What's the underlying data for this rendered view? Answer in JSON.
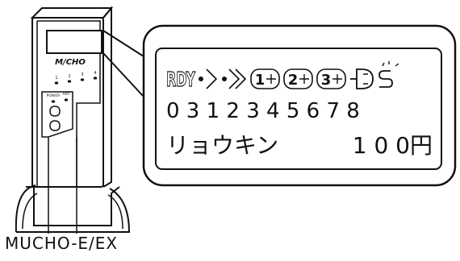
{
  "device": {
    "logo": "M/CHO",
    "power_label": "POWER",
    "ant_label": "ANT",
    "led_numbers": [
      "1",
      "2",
      "3",
      "4"
    ]
  },
  "display": {
    "row1_rdy": "RDY",
    "row1_icons": [
      "play-once-icon",
      "play-repeat-icon",
      "channel-1-icon",
      "channel-2-icon",
      "channel-3-icon",
      "plug-icon",
      "speaker-icon"
    ],
    "row1_channels": [
      "1",
      "2",
      "3"
    ],
    "row2_digits": "0 3 1 2 3 4 5 6 7 8",
    "row3_left": "リョウキン",
    "row3_right": "1 0 0円"
  },
  "caption": "MUCHO-E/EX"
}
